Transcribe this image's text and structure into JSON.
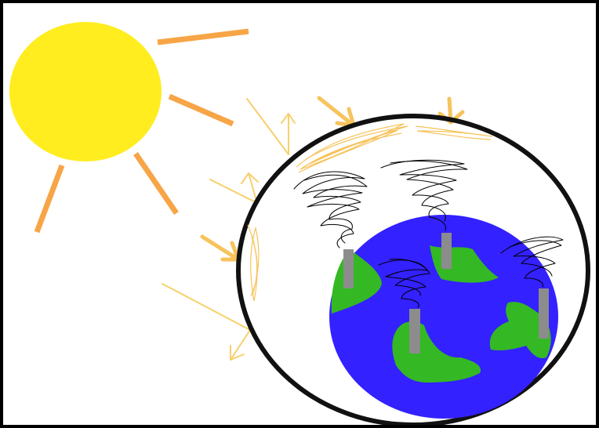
{
  "scene": {
    "background_color": "#000000",
    "canvas_color": "#ffffff",
    "elements": [
      "sun",
      "sun-rays",
      "atmosphere-boundary",
      "greenhouse-gas-layer",
      "incoming-sunlight-arrows",
      "reflected-light-arrows",
      "earth",
      "continents",
      "factory-smokestacks",
      "smoke-plumes"
    ],
    "colors": {
      "sun": "#ffed1f",
      "sun_rays": "#f7a547",
      "light_arrows": "#f8cf6b",
      "gas_scribble": "#f7c35b",
      "atmosphere_outline": "#111111",
      "ocean": "#3321ff",
      "land": "#34b824",
      "smokestack": "#8c8c8c",
      "smoke": "#000000"
    }
  }
}
